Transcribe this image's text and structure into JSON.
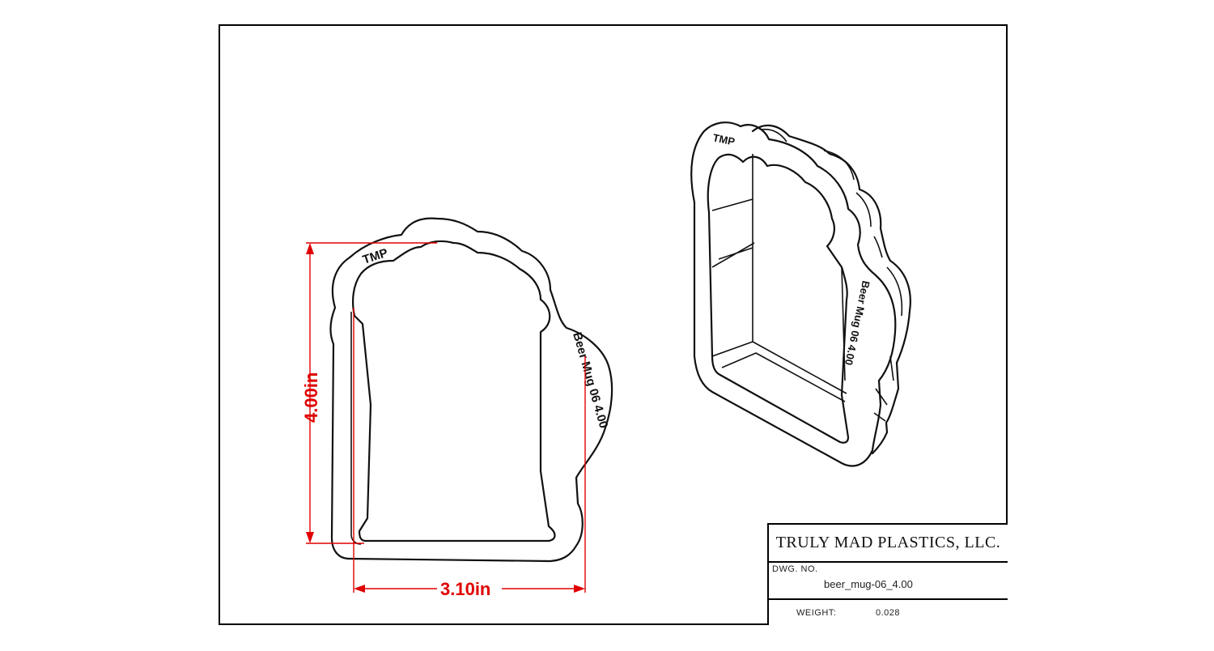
{
  "drawing": {
    "height_dimension": "4.00in",
    "width_dimension": "3.10in",
    "front_engraving_top": "TMP",
    "front_engraving_side": "Beer Mug 06  4.00",
    "iso_engraving_top": "TMP",
    "iso_engraving_side": "Beer Mug 06  4.00",
    "dimension_color": "#e00000"
  },
  "title_block": {
    "company": "TRULY MAD PLASTICS, LLC.",
    "dwg_no_label": "DWG.  NO.",
    "dwg_no_value": "beer_mug-06_4.00",
    "weight_label": "WEIGHT:",
    "weight_value": "0.028"
  }
}
